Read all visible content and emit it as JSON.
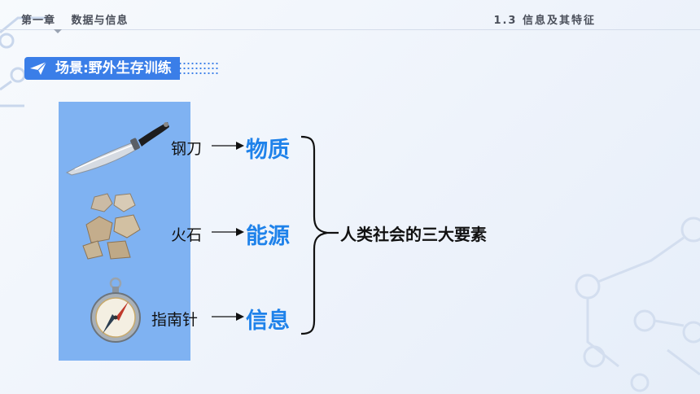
{
  "header": {
    "chapter_number": "第一章",
    "chapter_title": "数据与信息",
    "section": "1.3 信息及其特征"
  },
  "scene": {
    "label": "场景:野外生存训练",
    "icon": "paper-plane-icon"
  },
  "items": [
    {
      "object": "钢刀",
      "term": "物质",
      "image": "knife-image"
    },
    {
      "object": "火石",
      "term": "能源",
      "image": "flint-image"
    },
    {
      "object": "指南针",
      "term": "信息",
      "image": "compass-image"
    }
  ],
  "summary": "人类社会的三大要素",
  "colors": {
    "accent": "#1f82ea",
    "banner": "#3a7ee8",
    "panel": "#7fb2f2"
  }
}
